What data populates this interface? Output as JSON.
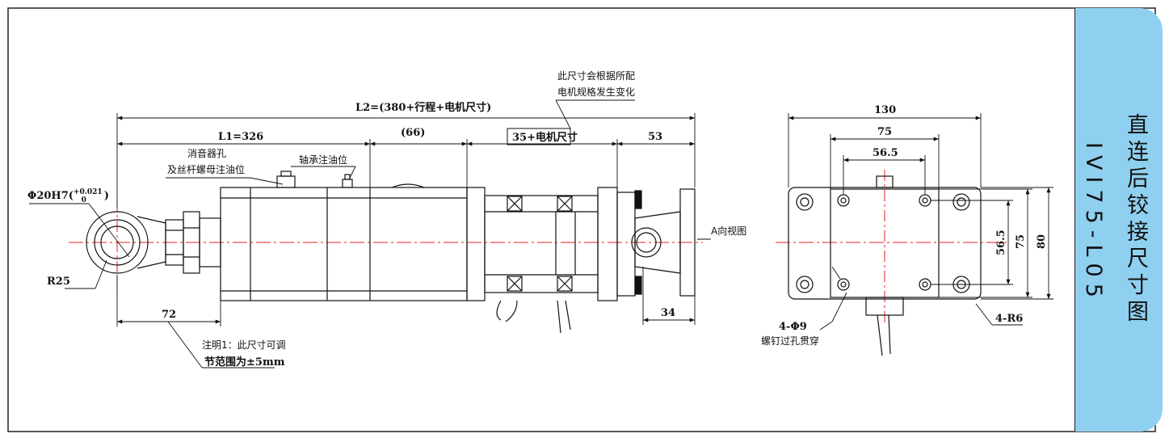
{
  "title": {
    "chinese": "直连后铰接尺寸图",
    "model": "IVI75-L05"
  },
  "side_view": {
    "L2": "L2=(380+行程+电机尺寸)",
    "L1": "L1=326",
    "dim_66": "(66)",
    "dim_motor": "35+电机尺寸",
    "dim_53": "53",
    "dim_72": "72",
    "dim_34": "34",
    "bore": "Φ20H7",
    "bore_tol_upper": "+0.021",
    "bore_tol_lower": "0",
    "radius": "R25",
    "muffler_1": "消音器孔",
    "muffler_2": "及丝杆螺母注油位",
    "bearing_oil": "轴承注油位",
    "motor_note_1": "此尺寸会根据所配",
    "motor_note_2": "电机规格发生变化",
    "adjust_note_1": "注明1：此尺寸可调",
    "adjust_note_2": "节范围为±5mm",
    "view_label": "A向视图"
  },
  "end_view": {
    "dim_130": "130",
    "dim_75_h": "75",
    "dim_56_5_h": "56.5",
    "dim_56_5_v": "56.5",
    "dim_75_v": "75",
    "dim_80": "80",
    "holes": "4-Φ9",
    "holes_note": "螺钉过孔贯穿",
    "corner_radius": "4-R6"
  },
  "colors": {
    "title_bg": "#8fd0f0",
    "centerline": "#e0201c",
    "line": "#111111"
  }
}
